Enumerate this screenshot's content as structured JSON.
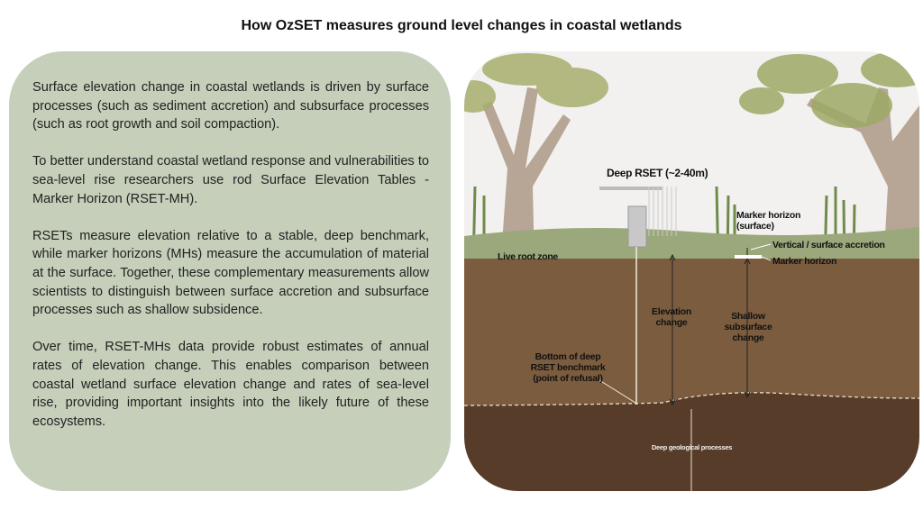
{
  "title": "How OzSET measures ground level changes in coastal wetlands",
  "paragraphs": [
    "Surface elevation change in coastal wetlands is driven by surface processes (such as sediment accretion) and subsurface processes (such as root growth and soil compaction).",
    "To better understand coastal wetland response and vulnerabilities to sea-level rise researchers use rod Surface Elevation Tables - Marker Horizon (RSET-MH).",
    "RSETs measure elevation relative to a stable, deep benchmark, while marker horizons (MHs) measure the accumulation of material at the surface. Together, these complementary measurements allow scientists to distinguish between surface accretion and subsurface processes such as shallow subsidence.",
    "Over time, RSET-MHs data provide robust estimates of annual rates of elevation change. This enables comparison between coastal wetland surface elevation change and rates of sea-level rise, providing important insights into the likely future of these ecosystems."
  ],
  "diagram": {
    "deep_rset": "Deep RSET (~2-40m)",
    "marker_horizon_surface_1": "Marker horizon",
    "marker_horizon_surface_2": "(surface)",
    "vertical_accretion": "Vertical / surface accretion",
    "marker_horizon": "Marker horizon",
    "live_root_zone": "Live root zone",
    "elevation_change_1": "Elevation",
    "elevation_change_2": "change",
    "shallow_1": "Shallow",
    "shallow_2": "subsurface",
    "shallow_3": "change",
    "bottom_1": "Bottom of deep",
    "bottom_2": "RSET benchmark",
    "bottom_3": "(point of refusal)",
    "deep_geo": "Deep geological processes"
  },
  "colors": {
    "panel": "#c5cfb9",
    "soil": "#7b5c3e",
    "deep_soil": "#573d29",
    "grass": "#9aa87c"
  }
}
